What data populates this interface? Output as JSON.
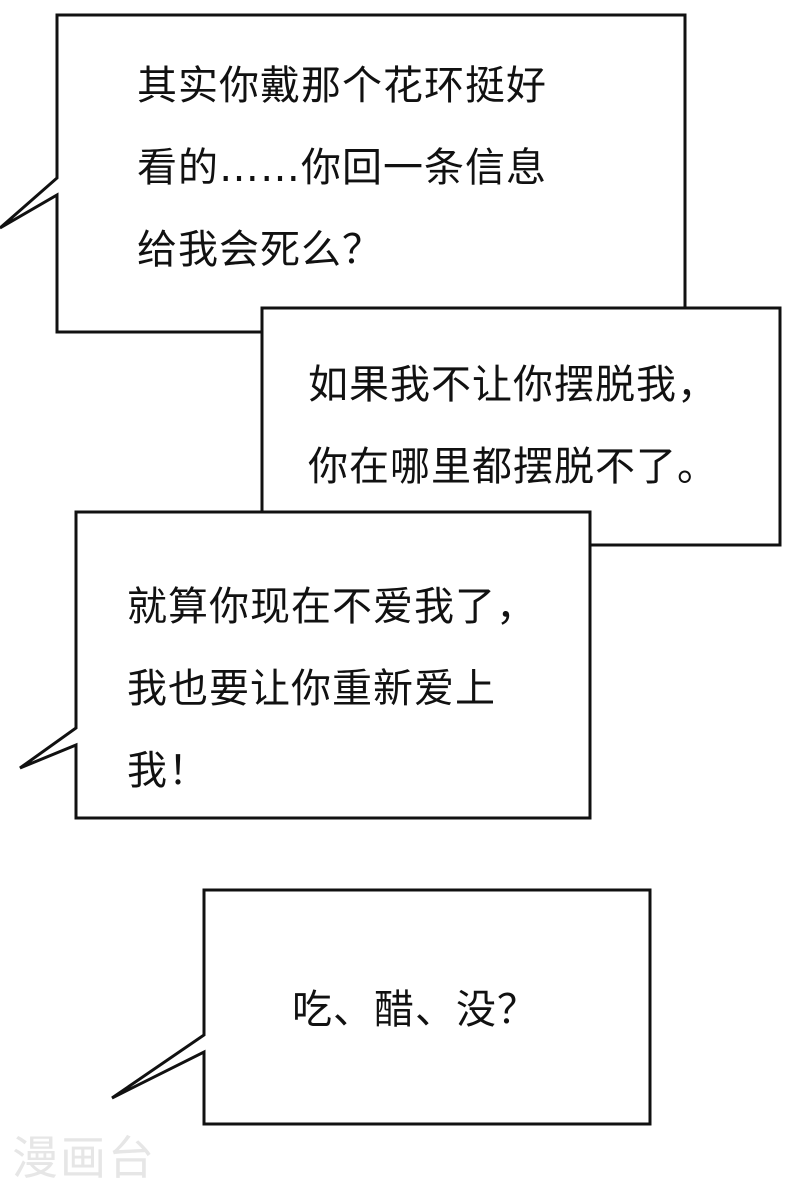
{
  "panel": {
    "bubbles": [
      {
        "lines": [
          "其实你戴那个花环挺好",
          "看的……你回一条信息",
          "给我会死么？"
        ]
      },
      {
        "lines": [
          "如果我不让你摆脱我，",
          "你在哪里都摆脱不了。"
        ]
      },
      {
        "lines": [
          "就算你现在不爱我了，",
          "我也要让你重新爱上",
          "我！"
        ]
      },
      {
        "lines": [
          "吃、醋、没？"
        ]
      }
    ],
    "watermark": "漫画台"
  }
}
